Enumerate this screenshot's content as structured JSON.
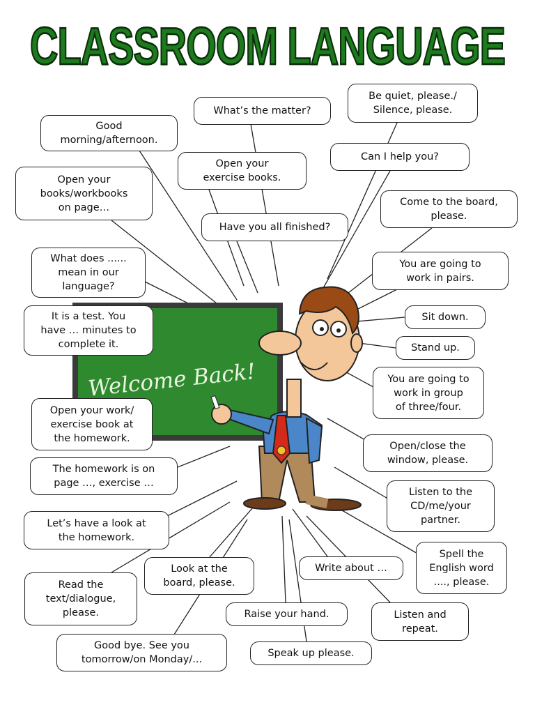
{
  "title": "CLASSROOM LANGUAGE",
  "board_text": "Welcome Back!",
  "colors": {
    "title_fill": "#1d7a1d",
    "title_outline": "#0c2e0c",
    "board_green": "#2f8a2f",
    "board_frame": "#3a3a3a",
    "shirt_blue": "#4a86c8",
    "tie_red": "#d42a1a",
    "trousers_brown": "#b08a5a",
    "skin": "#f4c79a",
    "hair": "#9a4a14"
  },
  "phrases": [
    "Good\nmorning/afternoon.",
    "What’s the matter?",
    "Be quiet, please./\nSilence, please.",
    "Open your\nexercise books.",
    "Can I help you?",
    "Open your\nbooks/workbooks\non page…",
    "Come to the board,\nplease.",
    "Have you all finished?",
    "What does ......\nmean in our\nlanguage?",
    "You are going to\nwork in pairs.",
    "It is a test. You\nhave … minutes to\ncomplete it.",
    "Sit down.",
    "Stand up.",
    "You are going to\nwork in group\nof three/four.",
    "Open your work/\nexercise book at\nthe homework.",
    "Open/close the\nwindow, please.",
    "The homework is on\npage …, exercise …",
    "Listen to the\nCD/me/your\npartner.",
    "Let’s have a look at\nthe homework.",
    "Spell the\nEnglish word\n...., please.",
    "Look at the\nboard, please.",
    "Write about …",
    "Read the\ntext/dialogue,\nplease.",
    "Raise your hand.",
    "Listen and\nrepeat.",
    "Good bye. See you\ntomorrow/on Monday/...",
    "Speak up please."
  ]
}
